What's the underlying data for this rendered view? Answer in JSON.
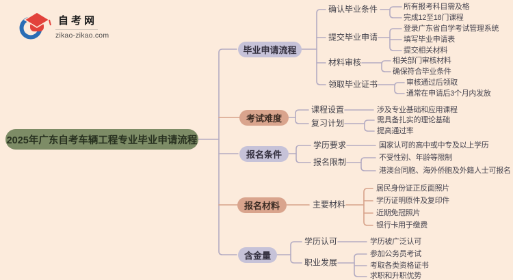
{
  "logo": {
    "site_name": "自考网",
    "site_domain": "zikao-zikao.com"
  },
  "root": {
    "label": "2025年广东自考车辆工程专业毕业申请流程"
  },
  "branches": [
    {
      "label": "毕业申请流程",
      "tone": "lavender",
      "children": [
        {
          "label": "确认毕业条件",
          "leaves": [
            "所有报考科目需及格",
            "完成12至18门课程"
          ]
        },
        {
          "label": "提交毕业申请",
          "leaves": [
            "登录广东省自学考试管理系统",
            "填写毕业申请表",
            "提交相关材料"
          ]
        },
        {
          "label": "材料审核",
          "leaves": [
            "相关部门审核材料",
            "确保符合毕业条件"
          ]
        },
        {
          "label": "领取毕业证书",
          "leaves": [
            "审核通过后领取",
            "通常在申请后3个月内发放"
          ]
        }
      ]
    },
    {
      "label": "考试难度",
      "tone": "salmon",
      "children": [
        {
          "label": "课程设置",
          "leaves": [
            "涉及专业基础和应用课程"
          ]
        },
        {
          "label": "复习计划",
          "leaves": [
            "需具备扎实的理论基础",
            "提高通过率"
          ]
        }
      ]
    },
    {
      "label": "报名条件",
      "tone": "lavender",
      "children": [
        {
          "label": "学历要求",
          "leaves": [
            "国家认可的高中或中专及以上学历"
          ]
        },
        {
          "label": "报名限制",
          "leaves": [
            "不受性别、年龄等限制",
            "港澳台同胞、海外侨胞及外籍人士可报名"
          ]
        }
      ]
    },
    {
      "label": "报名材料",
      "tone": "salmon",
      "children": [
        {
          "label": "主要材料",
          "leaves": [
            "居民身份证正反面照片",
            "学历证明原件及复印件",
            "近期免冠照片",
            "银行卡用于缴费"
          ]
        }
      ]
    },
    {
      "label": "含金量",
      "tone": "lavender",
      "children": [
        {
          "label": "学历认可",
          "leaves": [
            "学历被广泛认可"
          ]
        },
        {
          "label": "职业发展",
          "leaves": [
            "参加公务员考试",
            "考取各类资格证书",
            "求职和升职优势"
          ]
        }
      ]
    }
  ],
  "colors": {
    "background": "#fcebdc",
    "root_node": "#7d8c66",
    "lavender_node": "#c6c2d8",
    "salmon_node": "#d9a48d",
    "line_gray": "#b3abc2",
    "line_salmon": "#d7a28a",
    "logo_red": "#e2423b",
    "logo_blue": "#2a6db5"
  }
}
